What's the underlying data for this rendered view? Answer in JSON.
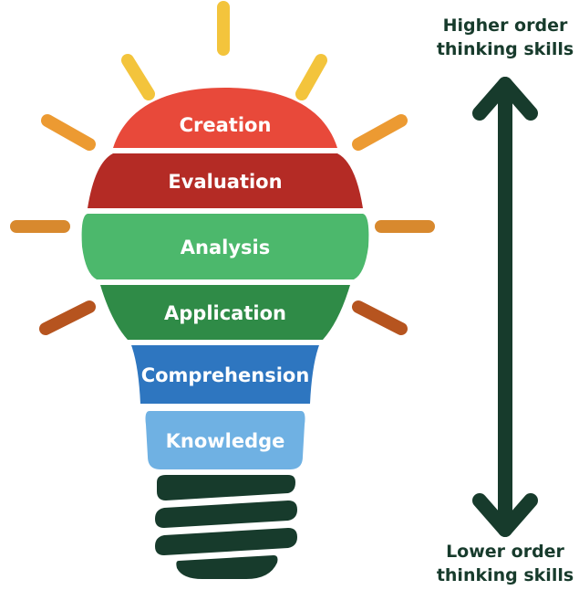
{
  "levels": [
    {
      "label": "Creation",
      "color": "#e8493a"
    },
    {
      "label": "Evaluation",
      "color": "#b42b25"
    },
    {
      "label": "Analysis",
      "color": "#4cb86c"
    },
    {
      "label": "Application",
      "color": "#2f8b47"
    },
    {
      "label": "Comprehension",
      "color": "#2e76c0"
    },
    {
      "label": "Knowledge",
      "color": "#6fb1e3"
    }
  ],
  "higher_order": {
    "line1": "Higher order",
    "line2": "thinking skills"
  },
  "lower_order": {
    "line1": "Lower order",
    "line2": "thinking skills"
  },
  "colors": {
    "arrow": "#173b2c",
    "base": "#173b2c",
    "rays_top": "#f3c43c",
    "rays_mid": "#ec9a32",
    "rays_low": "#d8892e",
    "rays_bottom": "#b6541f"
  }
}
